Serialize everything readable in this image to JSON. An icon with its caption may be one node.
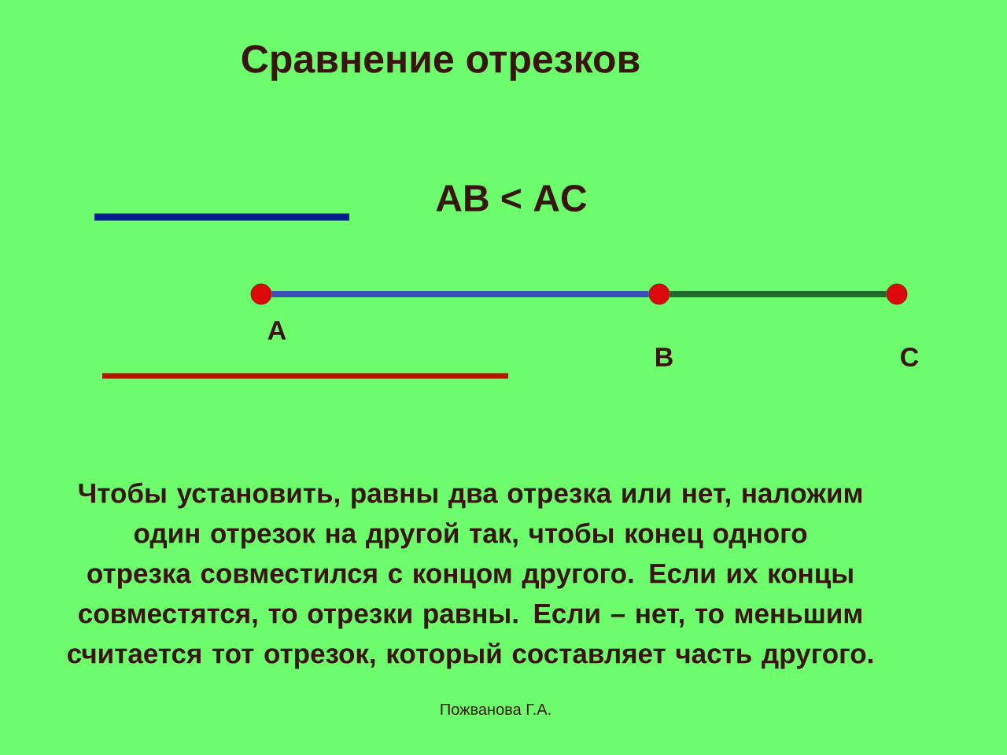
{
  "diagram": {
    "title": "Сравнение отрезков",
    "nodes": [
      {
        "text": [],
        "shape": "circle",
        "beside": [
          "A"
        ]
      },
      {
        "text": [],
        "shape": "circle",
        "beside": [
          "B"
        ]
      },
      {
        "text": [],
        "shape": "circle",
        "beside": [
          "C"
        ]
      }
    ],
    "edges": [
      {
        "from": 0,
        "to": 1,
        "arrow": "none",
        "color": "#3a4fb8"
      },
      {
        "from": 1,
        "to": 2,
        "arrow": "none",
        "color": "#1f6b2c"
      }
    ],
    "labels": [
      "AB < AC",
      "Чтобы установить, равны два отрезка или нет, наложим один отрезок на другой так, чтобы конец одного отрезка совместился с концом другого. Если их концы совместятся, то отрезки равны. Если – нет, то меньшим считается тот отрезок, который составляет часть другого.",
      "Пожванова Г.А."
    ]
  }
}
